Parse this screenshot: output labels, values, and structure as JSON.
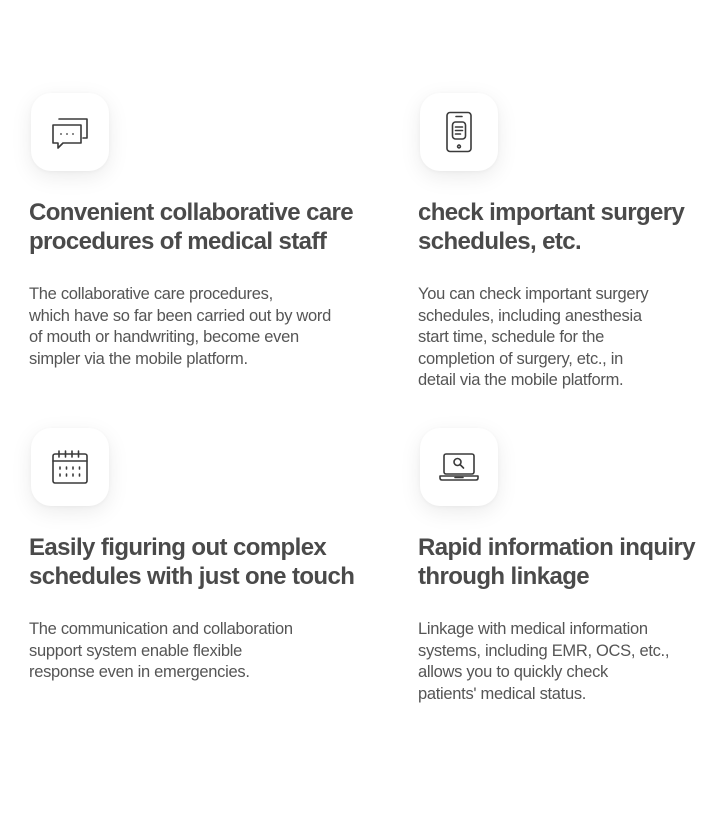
{
  "features": [
    {
      "icon": "chat-bubbles-icon",
      "title": "Convenient collaborative care\nprocedures of medical staff",
      "description": "The collaborative care procedures,\nwhich have so far been carried out by word\nof mouth or handwriting, become even\nsimpler via the mobile platform."
    },
    {
      "icon": "mobile-phone-icon",
      "title": "check important surgery\nschedules, etc.",
      "description": "You can check important surgery\nschedules, including anesthesia\nstart time, schedule for the\ncompletion of surgery, etc., in\ndetail via the mobile platform."
    },
    {
      "icon": "calendar-icon",
      "title": "Easily figuring out complex\nschedules with just one touch",
      "description": "The communication and collaboration\nsupport system enable flexible\nresponse even in emergencies."
    },
    {
      "icon": "laptop-search-icon",
      "title": "Rapid information inquiry\nthrough linkage",
      "description": "Linkage with medical information\nsystems, including EMR, OCS, etc.,\nallows you to quickly check\npatients' medical status."
    }
  ],
  "colors": {
    "title": "#4a4a4a",
    "text": "#555555",
    "icon_stroke": "#3a3a3a",
    "background": "#ffffff"
  }
}
